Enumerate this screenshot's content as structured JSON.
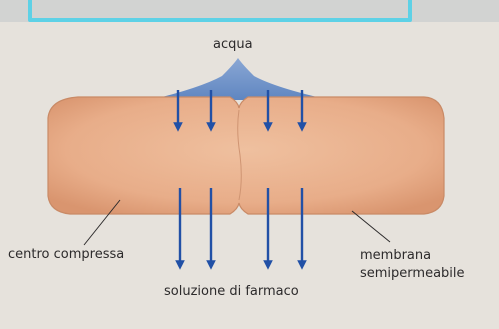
{
  "header": {
    "highlight_color": "#5ed1e6"
  },
  "diagram": {
    "labels": {
      "water": "acqua",
      "tablet_center": "centro compressa",
      "drug_solution": "soluzione di farmaco",
      "membrane_line1": "membrana",
      "membrane_line2": "semipermeabile"
    },
    "colors": {
      "tablet_fill": "#e7ab87",
      "water_fill": "#6f95c8",
      "arrow": "#2150a6"
    }
  }
}
